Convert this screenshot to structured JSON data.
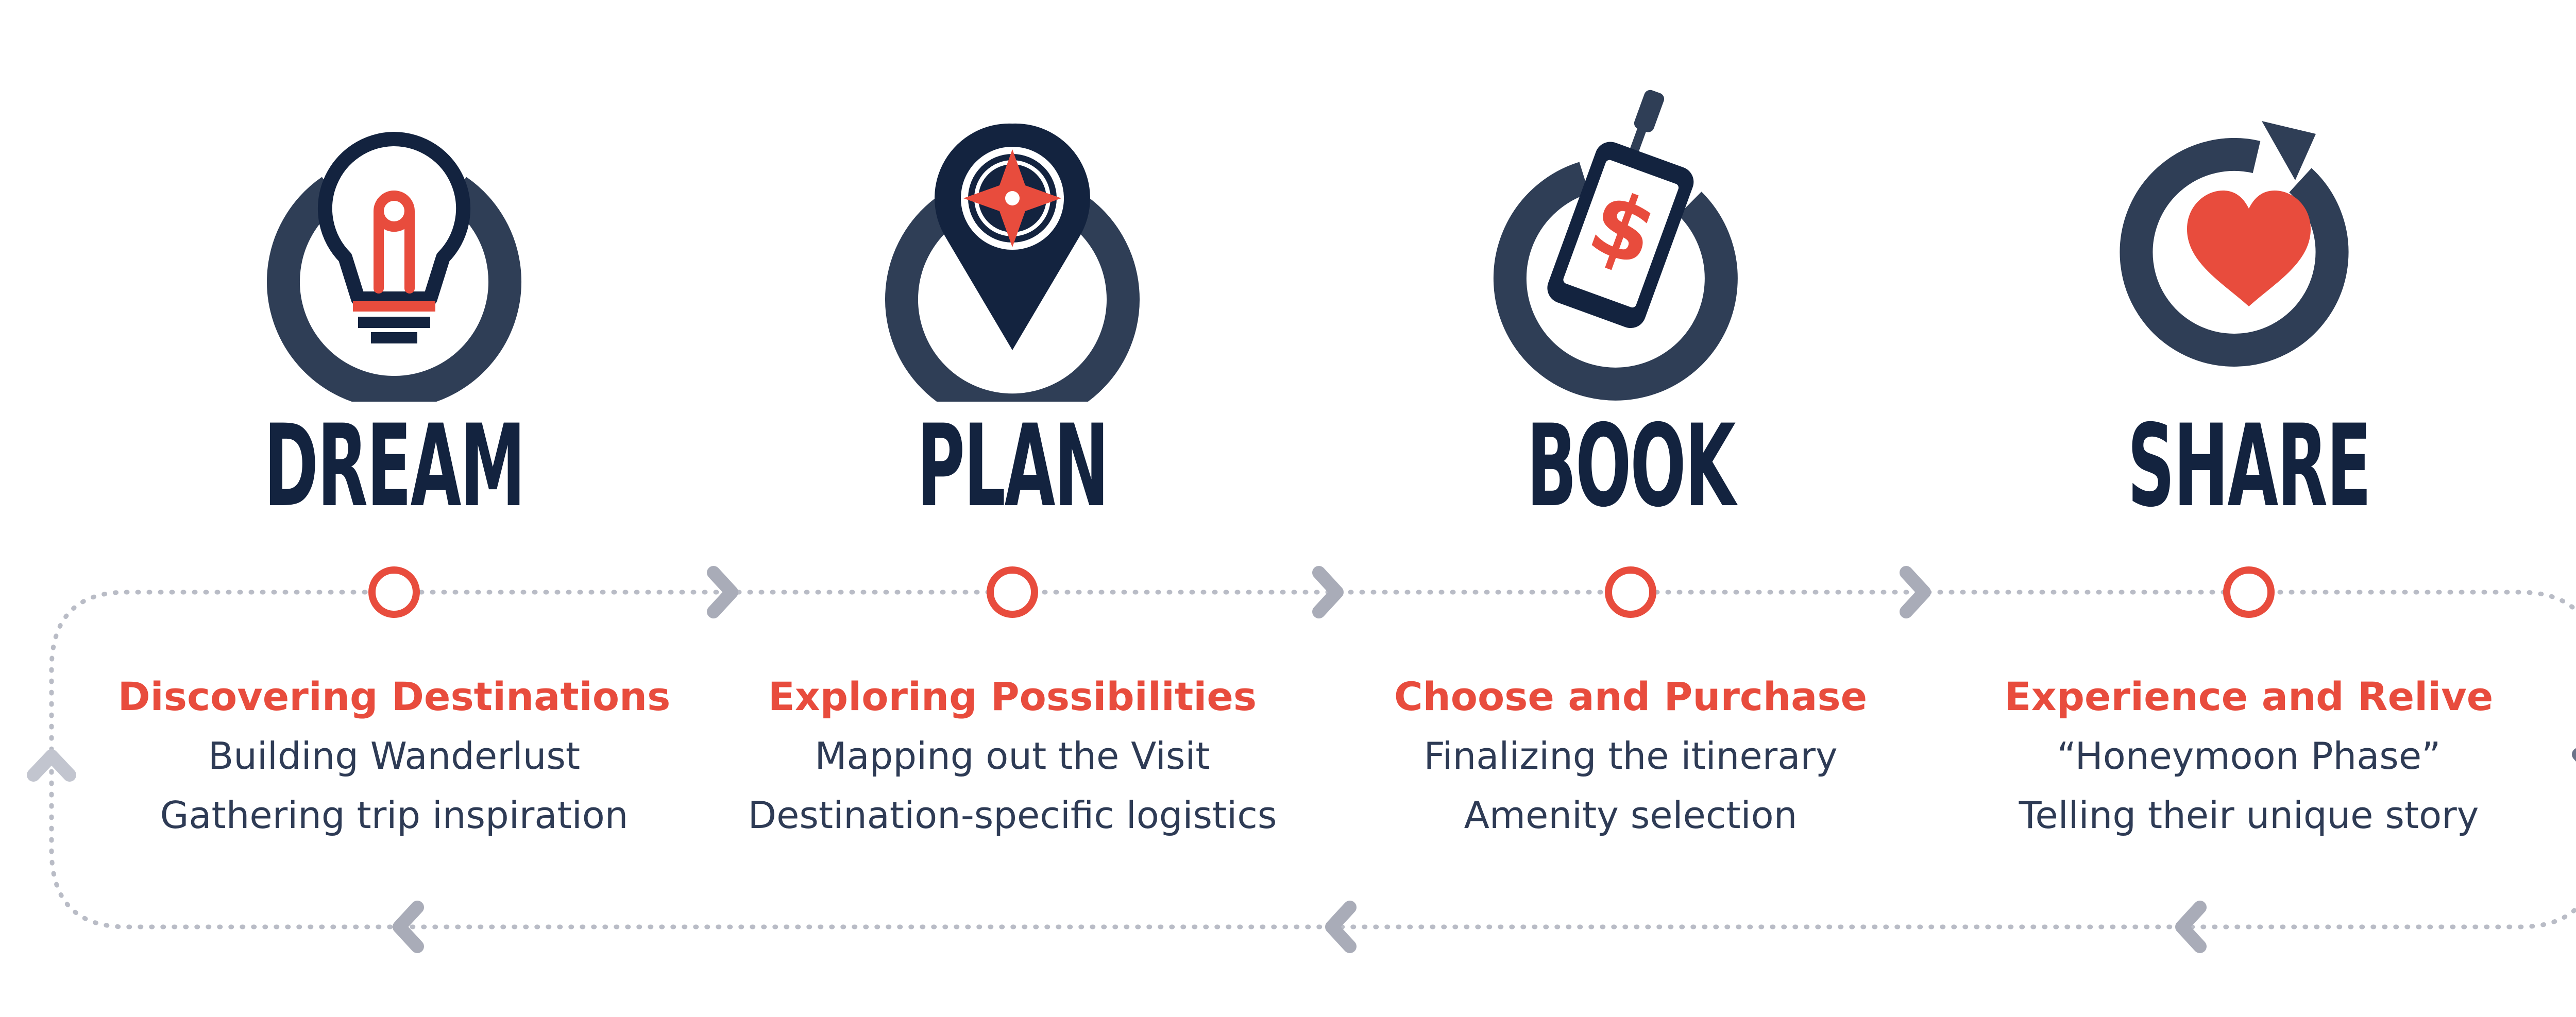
{
  "colors": {
    "navy": "#13233f",
    "accent_red": "#e84c3d",
    "body_text": "#2e3b55",
    "loop_dots": "#b9bcc6",
    "chevron": "#a9acb8"
  },
  "stages": [
    {
      "title": "DREAM",
      "icon": "lightbulb-icon",
      "heading": "Discovering Destinations",
      "lines": [
        "Building Wanderlust",
        "Gathering trip inspiration"
      ]
    },
    {
      "title": "PLAN",
      "icon": "map-pin-compass-icon",
      "heading": "Exploring Possibilities",
      "lines": [
        "Mapping out the Visit",
        "Destination-specific logistics"
      ]
    },
    {
      "title": "BOOK",
      "icon": "phone-dollar-icon",
      "heading": "Choose and Purchase",
      "lines": [
        "Finalizing the itinerary",
        "Amenity selection"
      ]
    },
    {
      "title": "SHARE",
      "icon": "heart-refresh-icon",
      "heading": "Experience and Relive",
      "lines": [
        "“Honeymoon Phase”",
        "Telling their unique story"
      ]
    }
  ]
}
